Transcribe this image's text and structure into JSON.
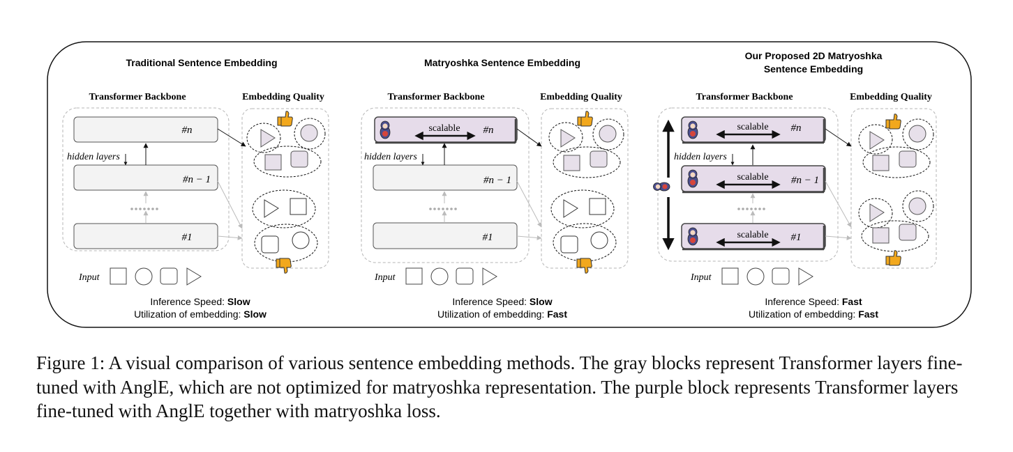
{
  "panels": [
    {
      "title_lines": [
        "Traditional Sentence Embedding"
      ],
      "backbone_label": "Transformer Backbone",
      "quality_label": "Embedding Quality",
      "hidden_label": "hidden layers",
      "scalable_label": "",
      "layers": [
        "#n",
        "#n − 1",
        "#1"
      ],
      "input_label": "Input",
      "speed_label": "Inference Speed: ",
      "speed_value": "Slow",
      "util_label": "Utilization of embedding: ",
      "util_value": "Slow"
    },
    {
      "title_lines": [
        "Matryoshka Sentence Embedding"
      ],
      "backbone_label": "Transformer Backbone",
      "quality_label": "Embedding Quality",
      "hidden_label": "hidden layers",
      "scalable_label": "scalable",
      "layers": [
        "#n",
        "#n − 1",
        "#1"
      ],
      "input_label": "Input",
      "speed_label": "Inference Speed: ",
      "speed_value": "Slow",
      "util_label": "Utilization of embedding: ",
      "util_value": "Fast"
    },
    {
      "title_lines": [
        "Our Proposed 2D Matryoshka",
        "Sentence Embedding"
      ],
      "backbone_label": "Transformer Backbone",
      "quality_label": "Embedding Quality",
      "hidden_label": "hidden layers",
      "scalable_label": "scalable",
      "layers": [
        "#n",
        "#n − 1",
        "#1"
      ],
      "input_label": "Input",
      "speed_label": "Inference Speed: ",
      "speed_value": "Fast",
      "util_label": "Utilization of embedding: ",
      "util_value": "Fast"
    }
  ],
  "caption": "Figure 1: A visual comparison of various sentence embedding methods. The gray blocks represent Transformer layers fine-tuned with AnglE, which are not optimized for matryoshka representation. The purple block represents Transformer layers fine-tuned with AnglE together with matryoshka loss.",
  "colors": {
    "gray_block": "#f3f3f3",
    "purple_block": "#e6dcea",
    "dashed": "#b5b5b5",
    "thumb": "#f2a81d"
  }
}
